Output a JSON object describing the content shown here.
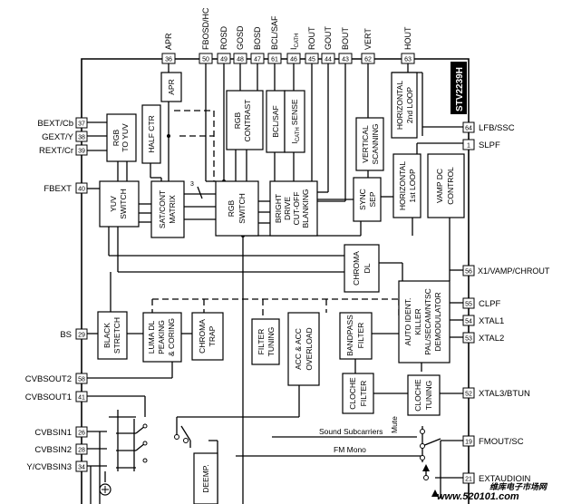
{
  "chip_name": "STV2239H",
  "watermark": "www.520101.com",
  "watermark_cn": "维库电子市场网",
  "top_signals": [
    {
      "label": "APR",
      "pin": "36"
    },
    {
      "label": "FBOSD/HC",
      "pin": "50"
    },
    {
      "label": "ROSD",
      "pin": "49"
    },
    {
      "label": "GOSD",
      "pin": "48"
    },
    {
      "label": "BOSD",
      "pin": "47"
    },
    {
      "label": "BCL/SAF",
      "pin": "61"
    },
    {
      "label": "I",
      "sub": "CATH",
      "pin": "46"
    },
    {
      "label": "ROUT",
      "pin": "45"
    },
    {
      "label": "GOUT",
      "pin": "44"
    },
    {
      "label": "BOUT",
      "pin": "43"
    },
    {
      "label": "VERT",
      "pin": "62"
    },
    {
      "label": "HOUT",
      "pin": "63"
    }
  ],
  "left_signals": [
    {
      "label": "BEXT/Cb",
      "pin": "37"
    },
    {
      "label": "GEXT/Y",
      "pin": "38"
    },
    {
      "label": "REXT/Cr",
      "pin": "39"
    },
    {
      "label": "FBEXT",
      "pin": "40"
    },
    {
      "label": "BS",
      "pin": "29"
    },
    {
      "label": "CVBSOUT2",
      "pin": "58"
    },
    {
      "label": "CVBSOUT1",
      "pin": "41"
    },
    {
      "label": "CVBSIN1",
      "pin": "26"
    },
    {
      "label": "CVBSIN2",
      "pin": "28"
    },
    {
      "label": "Y/CVBSIN3",
      "pin": "34"
    }
  ],
  "right_signals": [
    {
      "label": "LFB/SSC",
      "pin": "64"
    },
    {
      "label": "SLPF",
      "pin": "1"
    },
    {
      "label": "X1/VAMP/CHROUT",
      "pin": "56"
    },
    {
      "label": "CLPF",
      "pin": "55"
    },
    {
      "label": "XTAL1",
      "pin": "54"
    },
    {
      "label": "XTAL2",
      "pin": "53"
    },
    {
      "label": "XTAL3/BTUN",
      "pin": "52"
    },
    {
      "label": "FMOUT/SC",
      "pin": "19"
    },
    {
      "label": "EXTAUDIOIN",
      "pin": "21"
    }
  ],
  "blocks": {
    "rgb_to_yuv": [
      "RGB",
      "TO YUV"
    ],
    "half_ctr": "HALF CTR",
    "apr": "APR",
    "rgb_contrast": [
      "RGB",
      "CONTRAST"
    ],
    "bcl_saf": "BCL/SAF",
    "icath_sense": [
      "I",
      "CATH",
      "SENSE"
    ],
    "yuv_switch": [
      "YUV",
      "SWITCH"
    ],
    "sat_cont_matrix": [
      "SAT/CONT",
      "MATRIX"
    ],
    "rgb_switch": [
      "RGB",
      "SWITCH"
    ],
    "bright_drive": [
      "BRIGHT",
      "DRIVE",
      "CUT-OFF",
      "BLANKING"
    ],
    "vertical_scanning": [
      "VERTICAL",
      "SCANNING"
    ],
    "horizontal_2nd_loop": [
      "HORIZONTAL",
      "2nd LOOP"
    ],
    "sync_sep": [
      "SYNC",
      "SEP"
    ],
    "horizontal_1st_loop": [
      "HORIZONTAL",
      "1st LOOP"
    ],
    "vamp_dc_control": [
      "VAMP DC",
      "CONTROL"
    ],
    "chroma_dl": [
      "CHROMA",
      "DL"
    ],
    "black_stretch": [
      "BLACK",
      "STRETCH"
    ],
    "luma_dl": [
      "LUMA DL",
      "PEAKING",
      "& CORING"
    ],
    "chroma_trap": [
      "CHROMA",
      "TRAP"
    ],
    "filter_tuning": [
      "FILTER",
      "TUNING"
    ],
    "acc_overload": [
      "ACC & ACC",
      "OVERLOAD"
    ],
    "bandpass_filter": [
      "BANDPASS",
      "FILTER"
    ],
    "auto_ident": [
      "AUTO IDENT.",
      "KILLER",
      "PAL/SECAM/NTSC",
      "DEMODULATOR"
    ],
    "cloche_filter": [
      "CLOCHE",
      "FILTER"
    ],
    "cloche_tuning": [
      "CLOCHE",
      "TUNING"
    ],
    "deemp": "DEEMP."
  },
  "annotations": {
    "bus_width": "3",
    "sound_subcarriers": "Sound Subcarriers",
    "fm_mono": "FM Mono",
    "mute": "Mute"
  }
}
